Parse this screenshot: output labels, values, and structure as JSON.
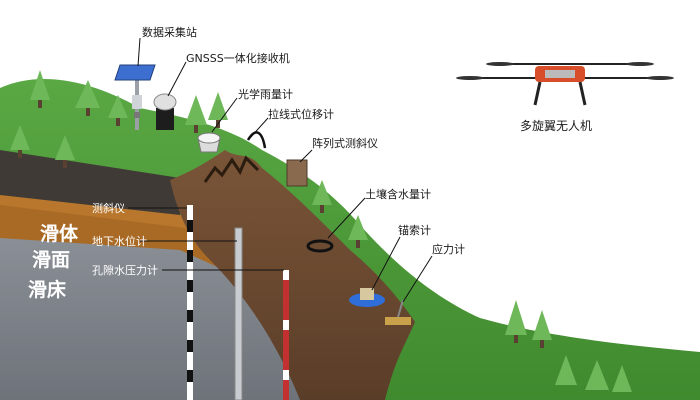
{
  "labels": {
    "data_station": "数据采集站",
    "gnss": "GNSSS一体化接收机",
    "rain_gauge": "光学雨量计",
    "displacement": "拉线式位移计",
    "array_inclinometer": "阵列式测斜仪",
    "soil_moisture": "土壤含水量计",
    "anchor": "锚索计",
    "stress": "应力计",
    "inclinometer": "测斜仪",
    "groundwater": "地下水位计",
    "pore_pressure": "孔隙水压力计",
    "drone": "多旋翼无人机"
  },
  "zones": {
    "slide_body": "滑体",
    "slide_surface": "滑面",
    "slide_bed": "滑床"
  },
  "colors": {
    "grass": "#4e9a3a",
    "soil": "#6b4a32",
    "layer_dark": "#3f3a36",
    "layer_orange": "#b8772c",
    "bedrock": "#7d8289",
    "sky": "#ffffff"
  }
}
